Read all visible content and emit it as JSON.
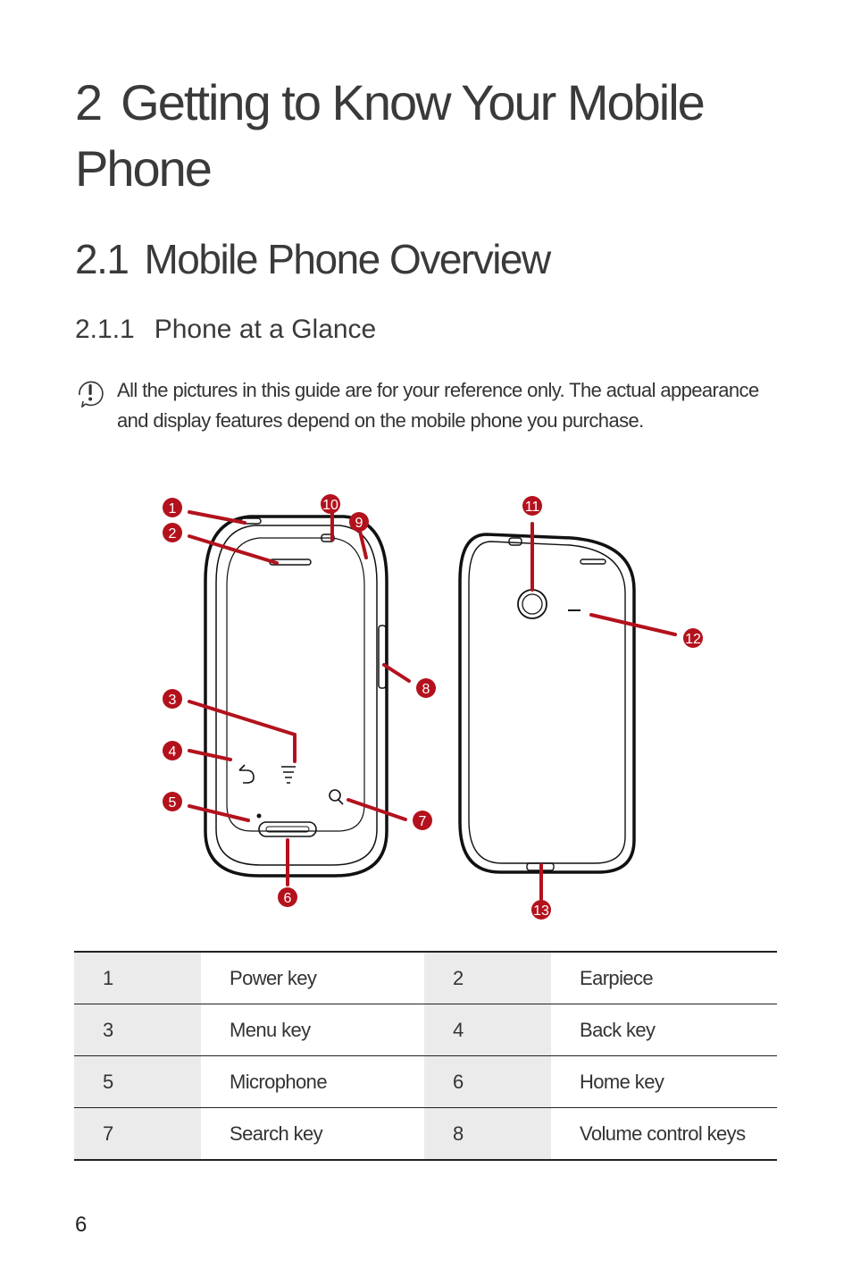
{
  "chapter": {
    "number": "2",
    "title": "Getting to Know Your Mobile Phone"
  },
  "section": {
    "number": "2.1",
    "title": "Mobile Phone Overview"
  },
  "subsection": {
    "number": "2.1.1",
    "title": "Phone at a Glance"
  },
  "note": {
    "icon": "note-icon",
    "text": "All the pictures in this guide are for your reference only. The actual appearance and display features depend on the mobile phone you purchase."
  },
  "figure": {
    "callouts": [
      "1",
      "2",
      "3",
      "4",
      "5",
      "6",
      "7",
      "8",
      "9",
      "10",
      "11",
      "12",
      "13"
    ],
    "callout_color": "#b3121d"
  },
  "table": {
    "rows": [
      {
        "n1": "1",
        "d1": "Power key",
        "n2": "2",
        "d2": "Earpiece"
      },
      {
        "n1": "3",
        "d1": "Menu key",
        "n2": "4",
        "d2": "Back key"
      },
      {
        "n1": "5",
        "d1": "Microphone",
        "n2": "6",
        "d2": "Home key"
      },
      {
        "n1": "7",
        "d1": "Search key",
        "n2": "8",
        "d2": "Volume control keys"
      }
    ]
  },
  "page_number": "6"
}
